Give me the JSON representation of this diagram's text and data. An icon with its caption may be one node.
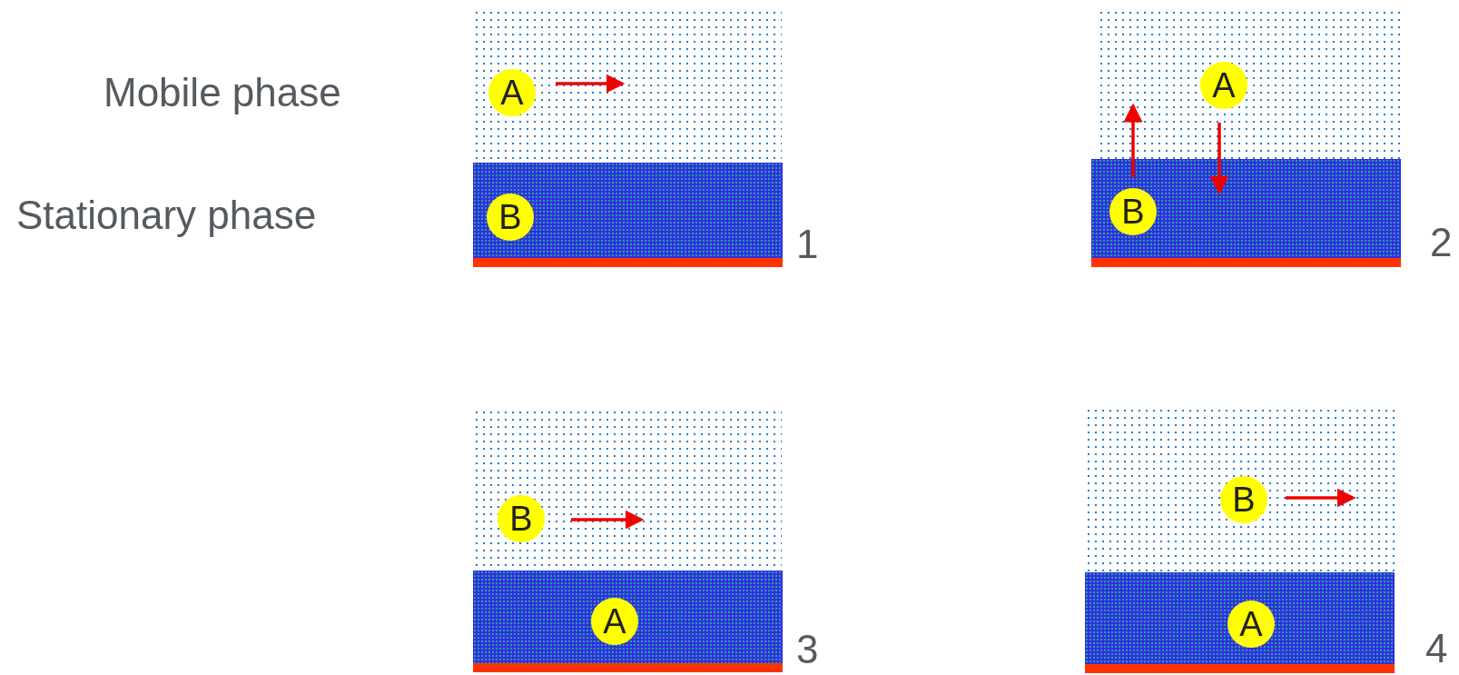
{
  "diagram": {
    "nodes": [
      {
        "text": [],
        "shape": "box"
      },
      {
        "text": [],
        "shape": "box"
      },
      {
        "text": [
          "A"
        ],
        "in": 0
      },
      {
        "text": [
          "B"
        ],
        "in": 1
      },
      {
        "text": [],
        "shape": "box"
      },
      {
        "text": [],
        "shape": "box"
      },
      {
        "text": [
          "A"
        ],
        "in": 4
      },
      {
        "text": [
          "B"
        ],
        "in": 5
      },
      {
        "text": [],
        "shape": "box"
      },
      {
        "text": [],
        "shape": "box"
      },
      {
        "text": [
          "B"
        ],
        "in": 8
      },
      {
        "text": [
          "A"
        ],
        "in": 9
      },
      {
        "text": [],
        "shape": "box"
      },
      {
        "text": [],
        "shape": "box"
      },
      {
        "text": [
          "B"
        ],
        "in": 12
      },
      {
        "text": [
          "A"
        ],
        "in": 13
      }
    ],
    "labels": [
      "Mobile phase",
      "Stationary phase",
      "1",
      "2",
      "3",
      "4"
    ]
  }
}
